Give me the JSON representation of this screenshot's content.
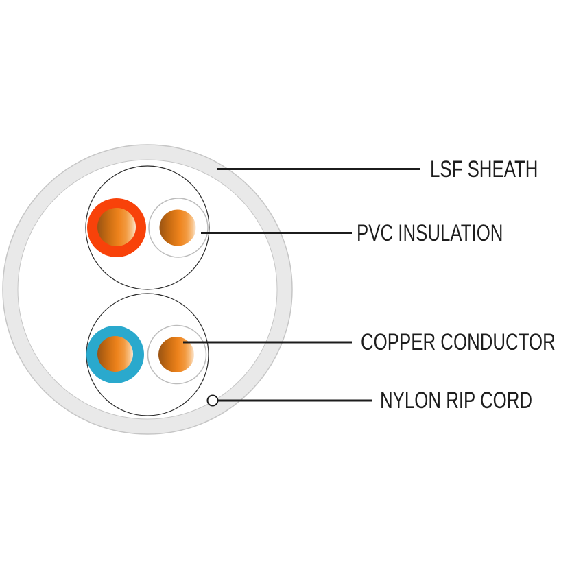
{
  "diagram": {
    "subject": "cable cross-section",
    "labels": {
      "lsf_sheath": "LSF SHEATH",
      "pvc_insulation": "PVC INSULATION",
      "copper_conductor": "COPPER CONDUCTOR",
      "nylon_rip_cord": "NYLON RIP CORD"
    },
    "colors": {
      "background": "#ffffff",
      "label_text": "#1d1d1d",
      "leader_line": "#1c1c1c",
      "sheath_fill": "#e9e9e9",
      "sheath_edge": "#c6c6c6",
      "sheath_inner_fill": "#ffffff",
      "pair_circle_fill": "#ffffff",
      "pair_circle_outline": "#2b2b2b",
      "insulation_orange_red": "#f8420a",
      "insulation_cyan": "#2aa9cd",
      "insulation_white_fill": "#ffffff",
      "insulation_white_edge": "#bcbcbc",
      "rip_cord_fill": "#ffffff",
      "rip_cord_outline": "#1c1c1c",
      "copper_stop_0": "#9a5413",
      "copper_stop_1": "#c96c12",
      "copper_stop_2": "#ee831c",
      "copper_stop_3": "#f29a40",
      "copper_stop_4": "#f8c084",
      "copper_stop_5": "#fbe7d2"
    }
  }
}
